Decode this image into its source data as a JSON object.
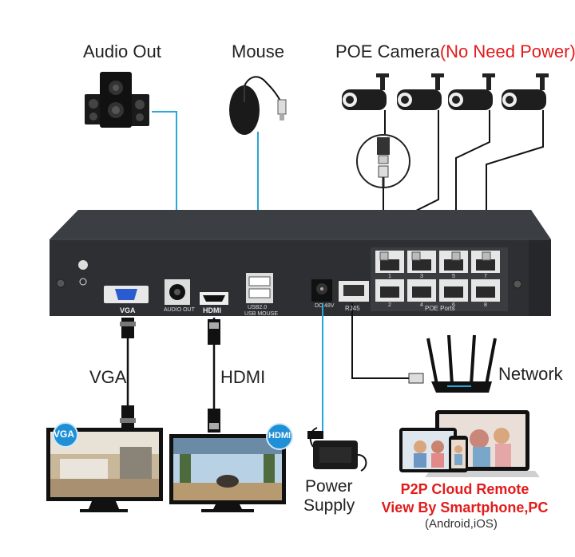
{
  "labels": {
    "audio_out": "Audio Out",
    "mouse": "Mouse",
    "poe_camera": "POE Camera",
    "no_need_power": "(No Need Power)",
    "vga": "VGA",
    "hdmi": "HDMI",
    "network": "Network",
    "power": "Power",
    "supply": "Supply",
    "p2p_line1": "P2P Cloud Remote",
    "p2p_line2": "View By Smartphone,PC",
    "platforms": "(Android,iOS)"
  },
  "nvr_labels": {
    "vga": "VGA",
    "audio_out": "AUDIO OUT",
    "hdmi": "HDMI",
    "usb1": "USB2.0",
    "usb2": "USB MOUSE",
    "dc": "DC 48V",
    "rj45": "RJ45",
    "poe_ports": "POE Ports",
    "port_numbers": [
      "1",
      "2",
      "3",
      "4",
      "5",
      "6",
      "7",
      "8"
    ]
  },
  "badges": {
    "vga": "VGA",
    "hdmi": "HDMI"
  },
  "colors": {
    "cable_blue": "#2aa6d8",
    "cable_dark": "#111111",
    "nvr_body": "#2d2f33",
    "label_red": "#e31b1b"
  },
  "icons": [
    "speaker-icon",
    "mouse-icon",
    "bullet-camera-icon",
    "rj45-plug-icon",
    "router-icon",
    "monitor-icon",
    "power-adapter-icon",
    "smartphone-icon",
    "laptop-icon",
    "tablet-icon"
  ]
}
